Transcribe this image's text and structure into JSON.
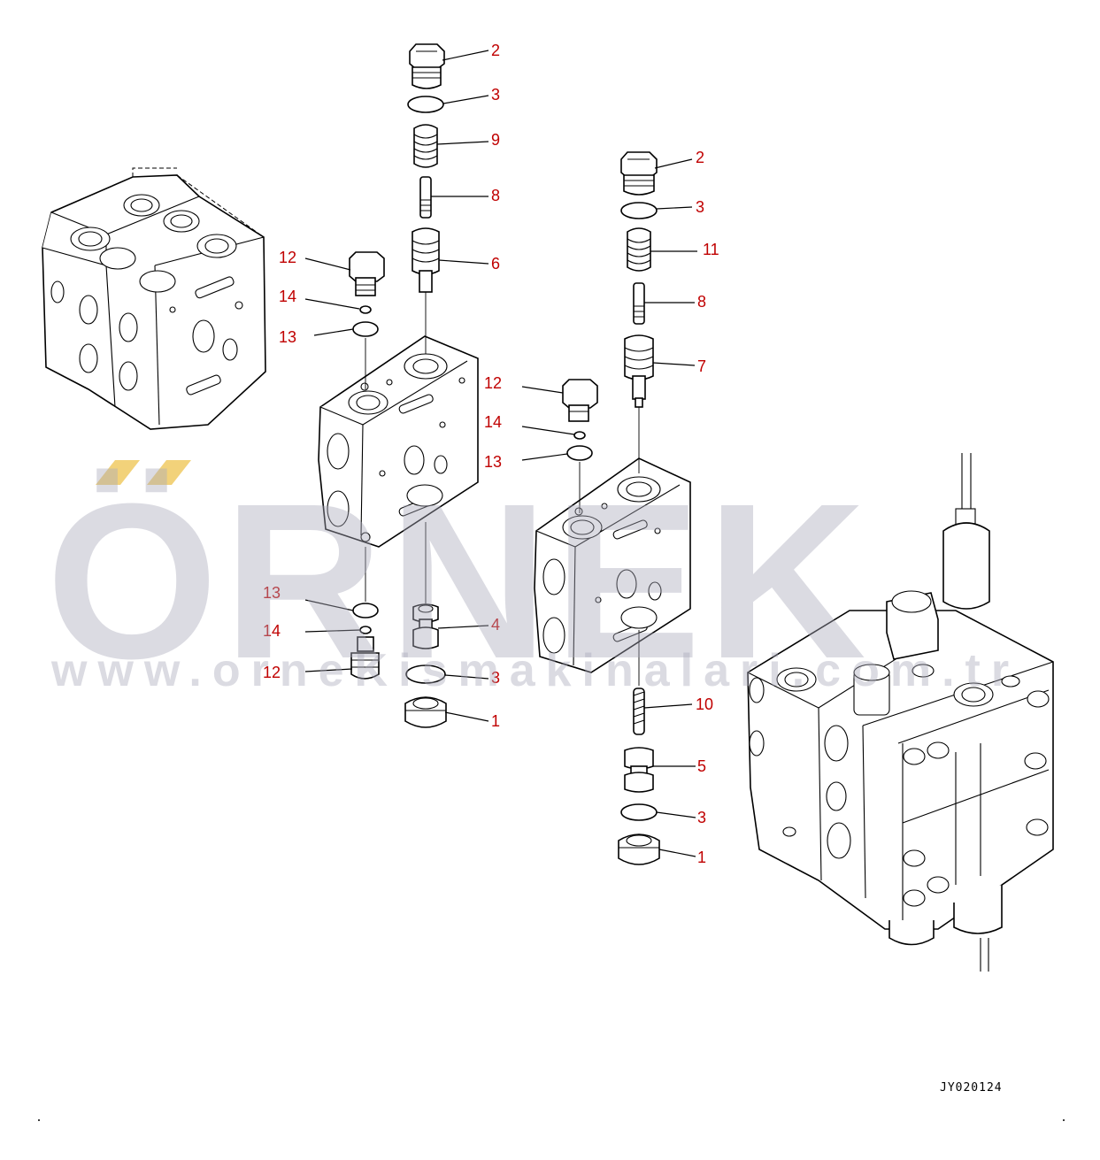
{
  "diagram": {
    "callout_color": "#c00000",
    "drawing_code": "JY020124",
    "callouts": [
      {
        "id": "c-2a",
        "label": "2"
      },
      {
        "id": "c-3a",
        "label": "3"
      },
      {
        "id": "c-9",
        "label": "9"
      },
      {
        "id": "c-8a",
        "label": "8"
      },
      {
        "id": "c-6",
        "label": "6"
      },
      {
        "id": "c-12a",
        "label": "12"
      },
      {
        "id": "c-14a",
        "label": "14"
      },
      {
        "id": "c-13a",
        "label": "13"
      },
      {
        "id": "c-2b",
        "label": "2"
      },
      {
        "id": "c-3b",
        "label": "3"
      },
      {
        "id": "c-11",
        "label": "11"
      },
      {
        "id": "c-8b",
        "label": "8"
      },
      {
        "id": "c-7",
        "label": "7"
      },
      {
        "id": "c-12b",
        "label": "12"
      },
      {
        "id": "c-14b",
        "label": "14"
      },
      {
        "id": "c-13b",
        "label": "13"
      },
      {
        "id": "c-13c",
        "label": "13"
      },
      {
        "id": "c-14c",
        "label": "14"
      },
      {
        "id": "c-12c",
        "label": "12"
      },
      {
        "id": "c-4",
        "label": "4"
      },
      {
        "id": "c-3c",
        "label": "3"
      },
      {
        "id": "c-1a",
        "label": "1"
      },
      {
        "id": "c-10",
        "label": "10"
      },
      {
        "id": "c-5",
        "label": "5"
      },
      {
        "id": "c-3d",
        "label": "3"
      },
      {
        "id": "c-1b",
        "label": "1"
      }
    ]
  },
  "watermark": {
    "brand": "ÖRNEK",
    "url": "www.orneKismakinalari.com.tr",
    "accent_color": "#f2d27a"
  }
}
